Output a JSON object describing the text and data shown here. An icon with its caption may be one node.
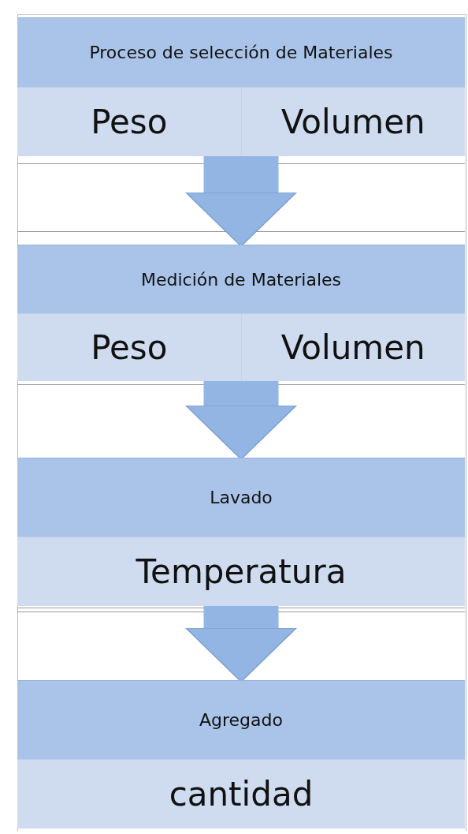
{
  "diagram": {
    "nodes": [
      {
        "text": [
          "Proceso de selección de Materiales"
        ]
      },
      {
        "text": [
          "Peso",
          "Volumen"
        ]
      },
      {
        "text": [
          "Medición de Materiales"
        ]
      },
      {
        "text": [
          "Peso",
          "Volumen"
        ]
      },
      {
        "text": [
          "Lavado"
        ]
      },
      {
        "text": [
          "Temperatura"
        ]
      },
      {
        "text": [
          "Agregado"
        ]
      },
      {
        "text": [
          "cantidad"
        ]
      }
    ],
    "edges": [
      {
        "from": 1,
        "to": 2,
        "arrow": "to"
      },
      {
        "from": 3,
        "to": 4,
        "arrow": "to"
      },
      {
        "from": 5,
        "to": 6,
        "arrow": "to"
      }
    ]
  }
}
